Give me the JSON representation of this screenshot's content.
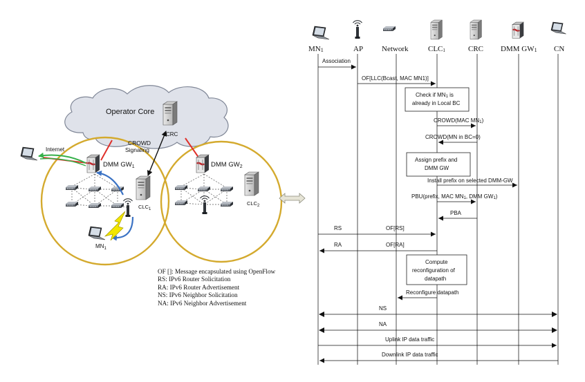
{
  "left": {
    "cloud_label": "Operator Core",
    "crc_label": "CRC",
    "signaling_label_1": "CROWD",
    "signaling_label_2": "Signaling",
    "internet_label": "Internet",
    "gw1_label": "DMM GW",
    "gw1_sub": "1",
    "gw2_label": "DMM GW",
    "gw2_sub": "2",
    "clc1_label": "CLC",
    "clc1_sub": "1",
    "clc2_label": "CLC",
    "clc2_sub": "2",
    "mn1_label": "MN",
    "mn1_sub": "1"
  },
  "legend": [
    "OF []: Message encapsulated using OpenFlow",
    "RS: IPv6 Router Solicitation",
    "RA: IPv6 Router Advertisement",
    "NS: IPv6 Neighbor Solicitation",
    "NA: IPv6 Neighbor Advertisement"
  ],
  "sequence": {
    "actors": {
      "mn1": "MN",
      "mn1_sub": "1",
      "ap": "AP",
      "network": "Network",
      "clc1": "CLC",
      "clc1_sub": "1",
      "crc": "CRC",
      "dmmgw1": "DMM GW",
      "dmmgw1_sub": "1",
      "cn": "CN"
    },
    "messages": {
      "association": "Association",
      "of_llc": "OF[LLC(Bcast, MAC MN1)]",
      "crowd_mac": "CROWD(MAC MN",
      "crowd_mac_sub": "1",
      "crowd_mac_end": ")",
      "crowd_bc": "CROWD(MN in BC=0)",
      "install_prefix": "Install prefix on selected DMM-GW",
      "pbu": "PBU(prefix, MAC MN",
      "pbu_sub": "1",
      "pbu_end": ", DMM GW",
      "pbu_sub2": "1",
      "pbu_end2": ")",
      "pba": "PBA",
      "rs": "RS",
      "of_rs": "OF[RS]",
      "ra": "RA",
      "of_ra": "OF[RA]",
      "reconfigure": "Reconfigure datapath",
      "ns": "NS",
      "na": "NA",
      "uplink": "Uplink IP data traffic",
      "downlink": "Downlink IP data traffic"
    },
    "boxes": {
      "check_1": "Check if MN",
      "check_1_sub": "1",
      "check_1_end": " is",
      "check_2": "already in Local BC",
      "assign_1": "Assign prefix and",
      "assign_2": "DMM GW",
      "compute_1": "Compute",
      "compute_2": "reconfiguration of",
      "compute_3": "datapath"
    }
  },
  "colors": {
    "gold_circle": "#d4aa2e",
    "cloud_fill": "#dfe2ea",
    "cloud_stroke": "#7f8696",
    "red_link": "#e0302a",
    "green_link": "#36b04a",
    "blue_arrow": "#3a72c4",
    "lightning": "#f2e600",
    "double_arrow_fill": "#e6e4d6"
  }
}
